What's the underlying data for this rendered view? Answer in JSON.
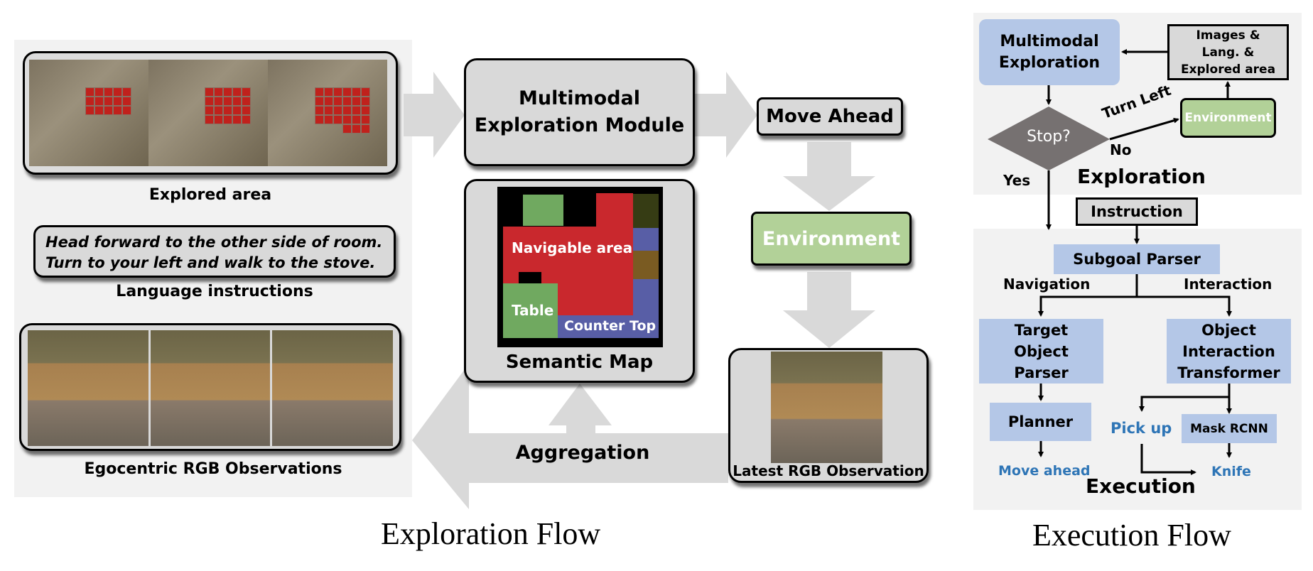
{
  "exploration_flow": {
    "title": "Exploration Flow",
    "explored_area": {
      "caption": "Explored area",
      "frames": [
        {
          "explored_cells_rows": [
            5,
            5,
            5
          ]
        },
        {
          "explored_cells_rows": [
            5,
            5,
            5,
            5
          ]
        },
        {
          "explored_cells_rows": [
            6,
            6,
            6,
            6,
            3
          ]
        }
      ]
    },
    "language_instructions": {
      "caption": "Language instructions",
      "lines": [
        "Head forward to the other side of room.",
        "Turn to your left and walk to the stove."
      ]
    },
    "egocentric": {
      "caption": "Egocentric RGB Observations",
      "frame_count": 3
    },
    "module": {
      "line1": "Multimodal",
      "line2": "Exploration Module"
    },
    "semantic_map": {
      "caption": "Semantic Map",
      "regions": [
        {
          "label": "Navigable area",
          "color": "#c9282d"
        },
        {
          "label": "Table",
          "color": "#70a960"
        },
        {
          "label": "Counter Top",
          "color": "#585ea6"
        },
        {
          "label": "",
          "color": "#363c14"
        },
        {
          "label": "",
          "color": "#7a5b22"
        }
      ]
    },
    "action": "Move Ahead",
    "environment": "Environment",
    "latest_observation": "Latest RGB Observation",
    "aggregation": "Aggregation"
  },
  "execution_flow": {
    "title": "Execution Flow",
    "exploration_section": {
      "title": "Exploration",
      "multimodal": {
        "line1": "Multimodal",
        "line2": "Exploration"
      },
      "inputs": {
        "line1": "Images &",
        "line2": "Lang. &",
        "line3": "Explored area"
      },
      "decision": "Stop?",
      "no_label": "No",
      "yes_label": "Yes",
      "turn_label": "Turn Left",
      "environment": "Environment"
    },
    "instruction": "Instruction",
    "execution_section": {
      "title": "Execution",
      "subgoal_parser": "Subgoal Parser",
      "navigation_label": "Navigation",
      "interaction_label": "Interaction",
      "target_parser": {
        "line1": "Target",
        "line2": "Object",
        "line3": "Parser"
      },
      "interaction_transformer": {
        "line1": "Object",
        "line2": "Interaction",
        "line3": "Transformer"
      },
      "planner": "Planner",
      "mask_rcnn": "Mask RCNN",
      "move_ahead": "Move ahead",
      "pick_up": "Pick up",
      "knife": "Knife"
    }
  },
  "colors": {
    "panel_bg": "#f2f2f2",
    "box_gray": "#d9d9d9",
    "arrow_gray": "#d9d9d9",
    "blue_box": "#b4c7e7",
    "green_box": "#b2d198",
    "blue_text": "#2e75b6",
    "diamond": "#767171"
  }
}
